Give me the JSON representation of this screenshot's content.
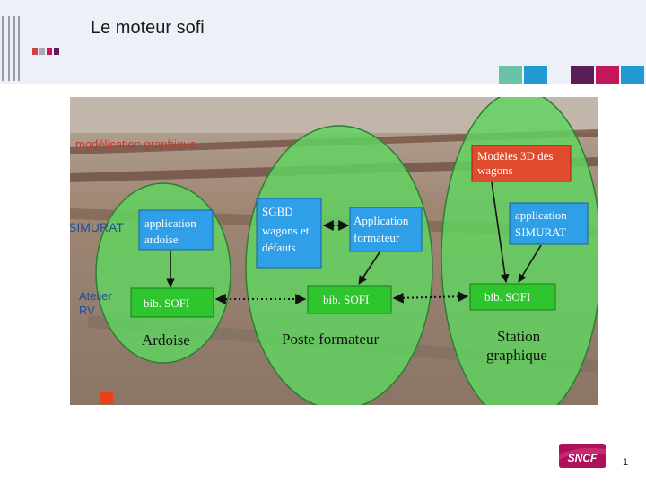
{
  "slide": {
    "title": "Le moteur sofi",
    "page_number": "1",
    "brand": "SNCF"
  },
  "diagram": {
    "side_labels": {
      "modelisation": "modélisation graphique",
      "simurat": "SIMURAT",
      "atelier_line1": "Atelier",
      "atelier_line2": "RV"
    },
    "groups": {
      "ardoise": "Ardoise",
      "poste_formateur": "Poste formateur",
      "station_line1": "Station",
      "station_line2": "graphique"
    },
    "boxes": {
      "application_ardoise": [
        "application",
        "ardoise"
      ],
      "sgbd": [
        "SGBD",
        "wagons et",
        "défauts"
      ],
      "application_formateur": [
        "Application",
        "formateur"
      ],
      "modeles_3d": [
        "Modèles 3D des",
        "wagons"
      ],
      "application_simurat": [
        "application",
        "SIMURAT"
      ],
      "bib_sofi_ardoise": [
        "bib. SOFI"
      ],
      "bib_sofi_formateur": [
        "bib. SOFI"
      ],
      "bib_sofi_station": [
        "bib. SOFI"
      ]
    },
    "colors": {
      "ellipse_green": "#5fd65f",
      "box_blue": "#2f9fe8",
      "box_green": "#2ec52e",
      "box_red": "#e24a2e",
      "label_red": "#c0392b",
      "label_blue": "#1f4f9a"
    }
  },
  "decor": {
    "accent_colors": [
      "#6ac3a7",
      "#1f9bd1",
      "#5a1d55",
      "#c2185b",
      "#1f9bd1"
    ]
  }
}
